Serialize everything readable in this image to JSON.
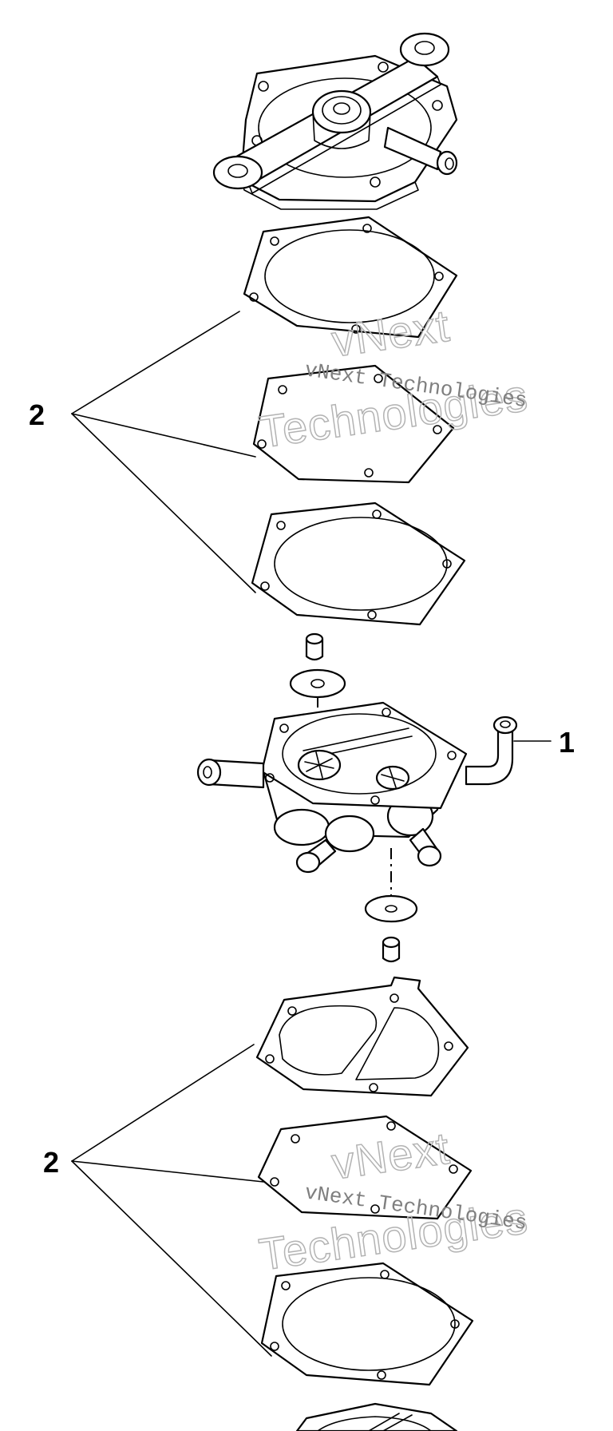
{
  "callouts": {
    "fuel_pump": "1",
    "gaskets_upper": "2",
    "gaskets_lower": "2"
  },
  "watermarks": {
    "upper_small": "vNext Technologies",
    "upper_big_1": "vNext",
    "upper_big_2": "Technologies",
    "lower_small": "vNext Technologies",
    "lower_big_1": "vNext",
    "lower_big_2": "Technologies"
  },
  "colors": {
    "line": "#000000",
    "background": "#ffffff",
    "watermark": "#b3b3b3"
  }
}
